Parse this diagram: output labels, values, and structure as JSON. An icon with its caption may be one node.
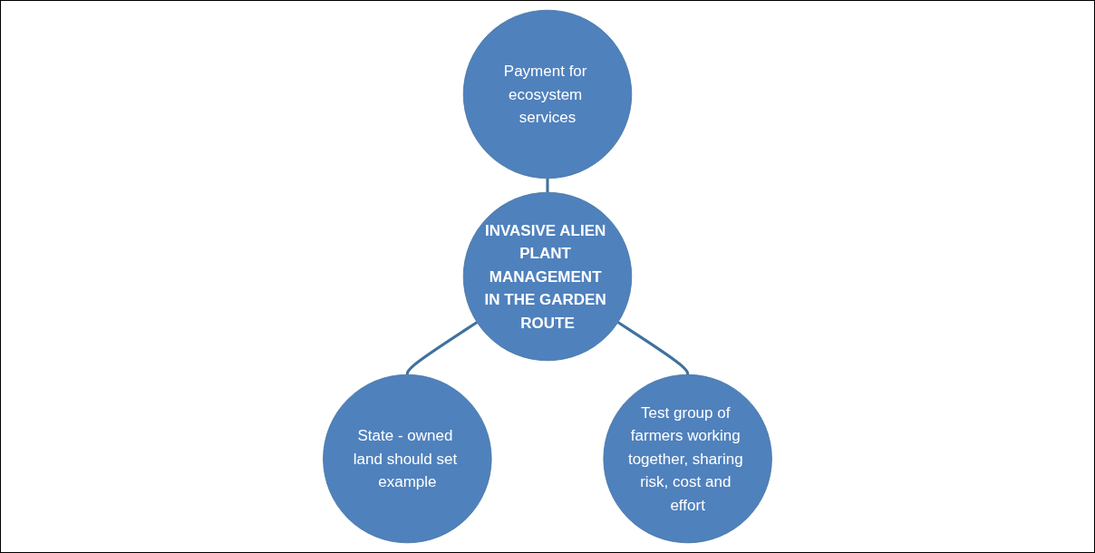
{
  "diagram": {
    "nodes": [
      {
        "text": [
          "Payment for ecosystem services"
        ]
      },
      {
        "text": [
          "INVASIVE ALIEN PLANT MANAGEMENT IN THE GARDEN ROUTE"
        ]
      },
      {
        "text": [
          "State - owned land should set example"
        ]
      },
      {
        "text": [
          "Test group of farmers working together, sharing risk, cost and effort"
        ]
      }
    ],
    "edges": [
      {
        "from": 0,
        "to": 1,
        "arrow": "none"
      },
      {
        "from": 1,
        "to": 2,
        "arrow": "none"
      },
      {
        "from": 1,
        "to": 3,
        "arrow": "none"
      }
    ]
  }
}
